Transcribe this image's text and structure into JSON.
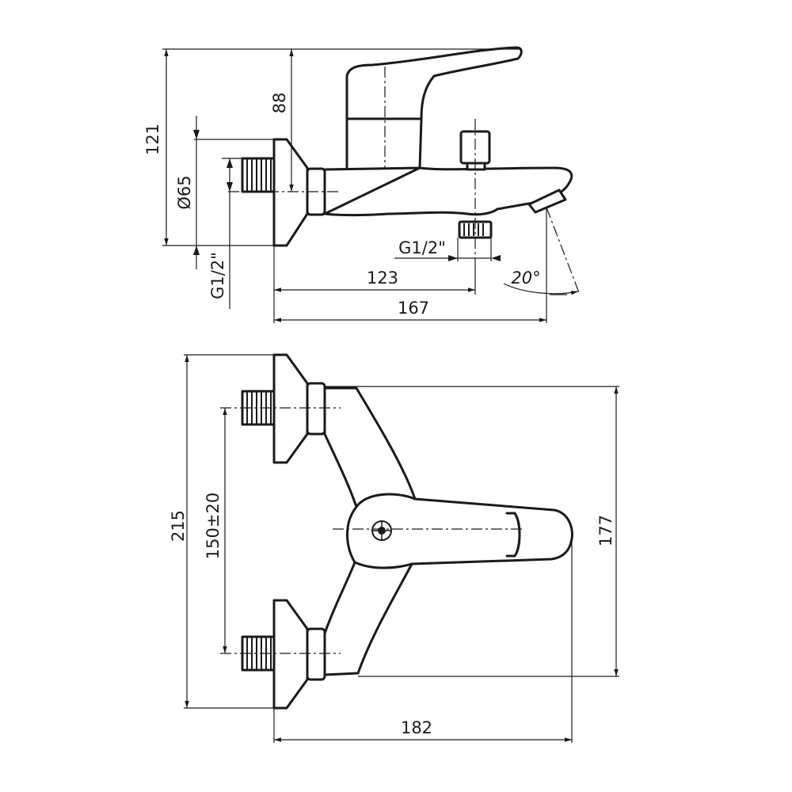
{
  "dimensions": {
    "height_121": "121",
    "height_88": "88",
    "diameter_65": "Ø65",
    "thread_inlet": "G1/2\"",
    "thread_outlet": "G1/2\"",
    "length_123": "123",
    "length_167": "167",
    "angle_20": "20°",
    "height_215": "215",
    "spacing_150": "150±20",
    "depth_177": "177",
    "width_182": "182"
  },
  "colors": {
    "line": "#1a1a1a",
    "background": "#ffffff"
  }
}
